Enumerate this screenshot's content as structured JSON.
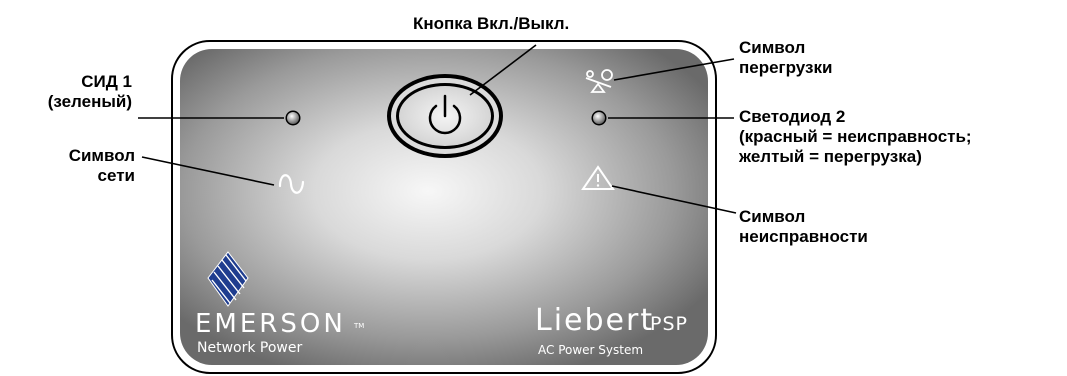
{
  "labels": {
    "power_button": "Кнопка Вкл./Выкл.",
    "led1_line1": "СИД 1",
    "led1_line2": "(зеленый)",
    "mains_symbol_line1": "Символ",
    "mains_symbol_line2": "сети",
    "overload_symbol_line1": "Символ",
    "overload_symbol_line2": "перегрузки",
    "led2_line1": "Светодиод 2",
    "led2_line2": "(красный = неисправность;",
    "led2_line3": "желтый = перегрузка)",
    "fault_symbol_line1": "Символ",
    "fault_symbol_line2": "неисправности"
  },
  "branding": {
    "emerson_name": "EMERSON",
    "emerson_tm": "TM",
    "emerson_sub": "Network Power",
    "liebert_name": "Liebert",
    "liebert_model": "PSP",
    "liebert_sub": "AC Power System"
  },
  "icons": {
    "power": "power-icon",
    "mains": "sine-wave-icon",
    "overload": "seesaw-overload-icon",
    "fault": "warning-triangle-icon",
    "logo": "emerson-diamond-logo"
  },
  "colors": {
    "panel_center": "#f2f2f2",
    "panel_edge": "#6e6e6e",
    "led": "#9a9a9a",
    "symbol": "#ffffff",
    "leader_line": "#000000"
  }
}
